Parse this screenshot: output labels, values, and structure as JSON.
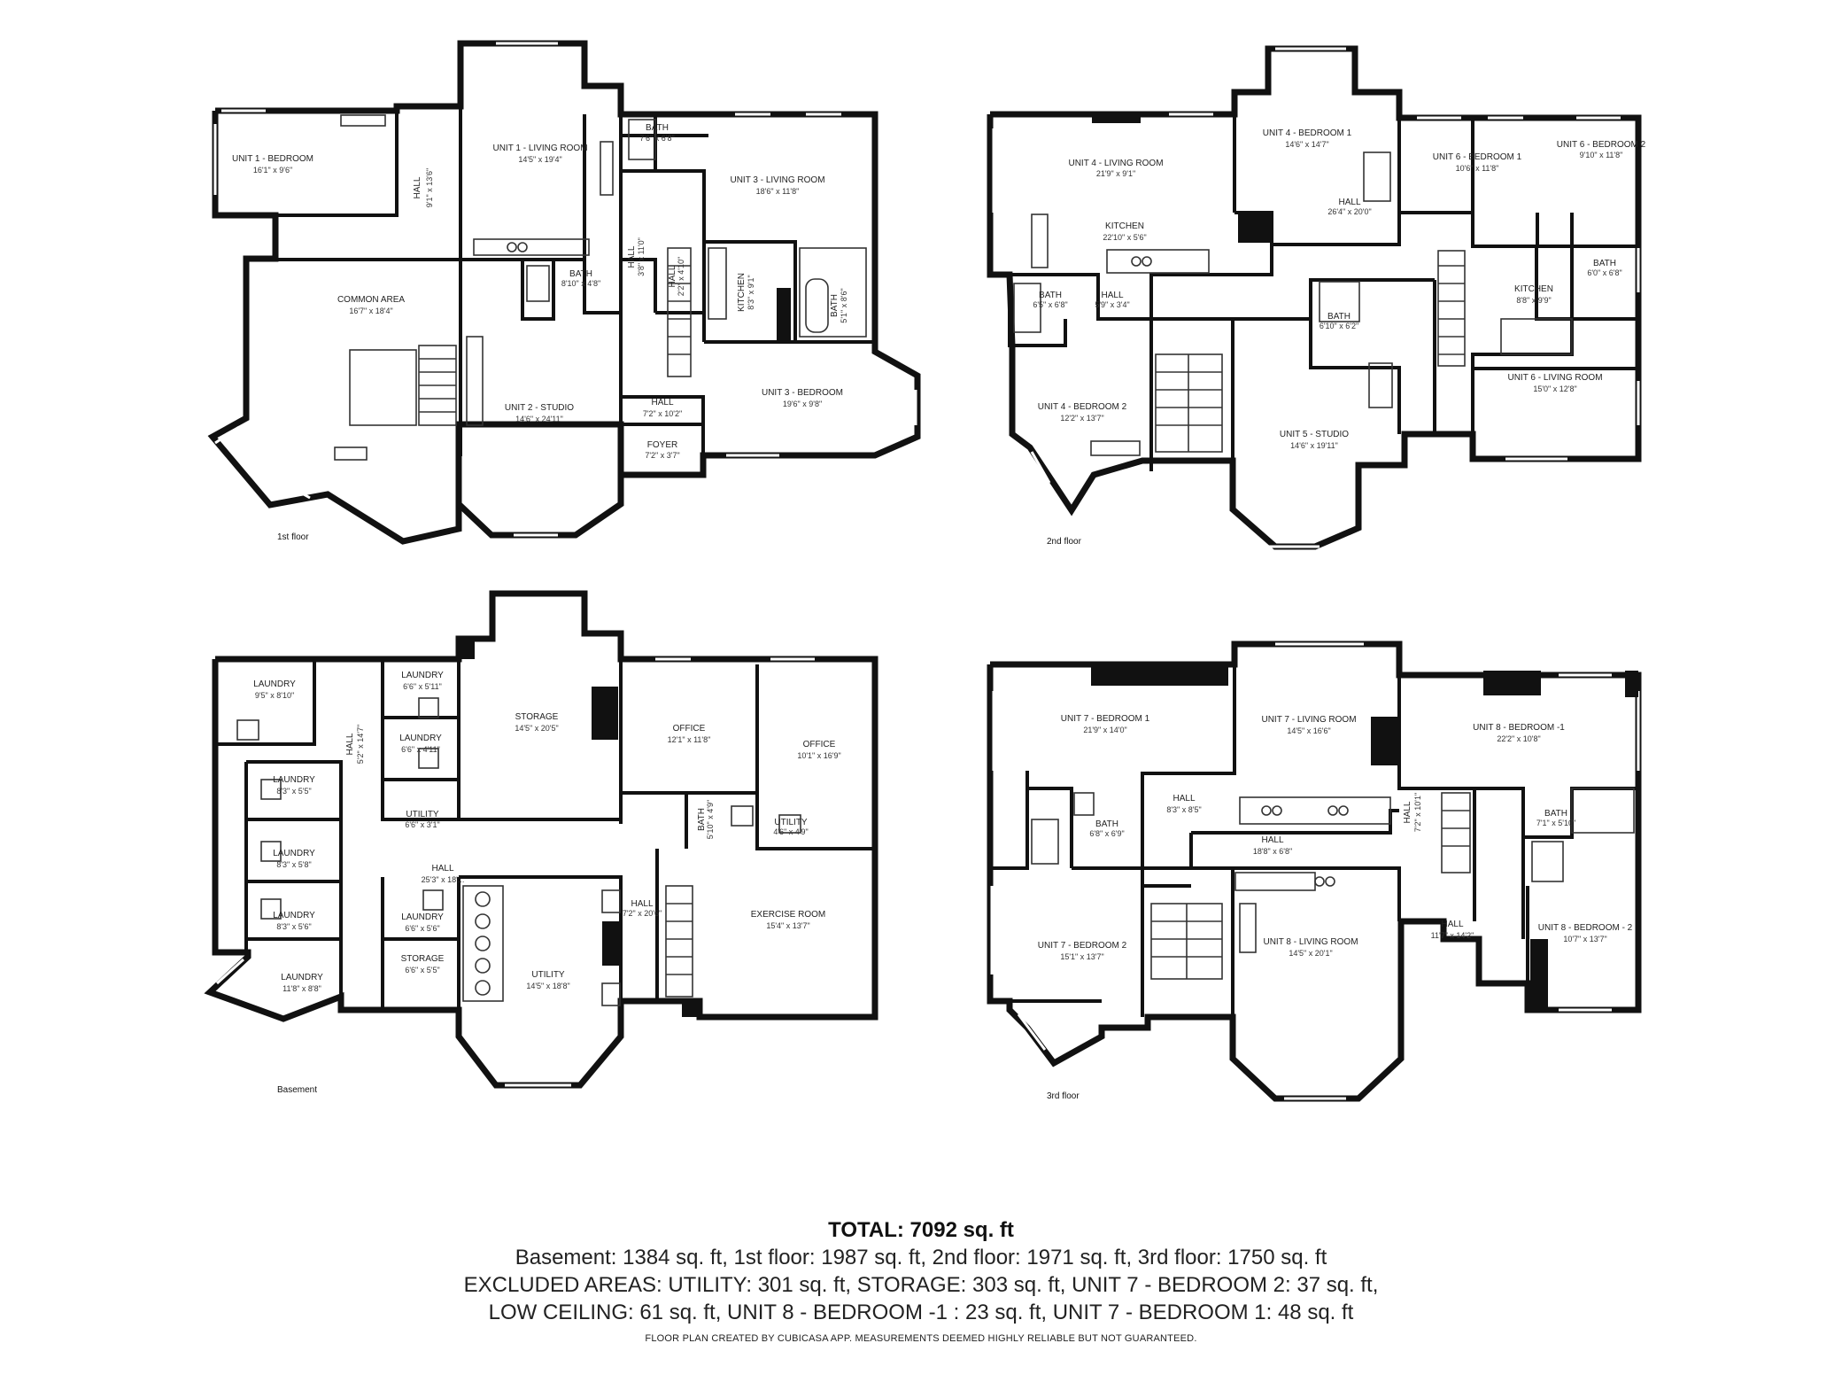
{
  "floors": [
    {
      "label": "1st floor",
      "rooms": [
        {
          "name": "UNIT 1 - BEDROOM",
          "dim": "16'1\" x 9'6\""
        },
        {
          "name": "HALL",
          "dim": "9'1\" x 13'6\""
        },
        {
          "name": "UNIT 1 - LIVING ROOM",
          "dim": "14'5\" x 19'4\""
        },
        {
          "name": "BATH",
          "dim": "7'6\" x 6'8\""
        },
        {
          "name": "UNIT 3 - LIVING ROOM",
          "dim": "18'6\" x 11'8\""
        },
        {
          "name": "COMMON AREA",
          "dim": "16'7\" x 18'4\""
        },
        {
          "name": "BATH",
          "dim": "8'10\" x 4'8\""
        },
        {
          "name": "HALL",
          "dim": "3'8\" x 11'0\""
        },
        {
          "name": "HALL",
          "dim": "2'2\" x 4'10\""
        },
        {
          "name": "KITCHEN",
          "dim": "8'3\" x 9'1\""
        },
        {
          "name": "BATH",
          "dim": "5'1\" x 8'6\""
        },
        {
          "name": "UNIT 2 - STUDIO",
          "dim": "14'6\" x 24'11\""
        },
        {
          "name": "HALL",
          "dim": "7'2\" x 10'2\""
        },
        {
          "name": "UNIT 3 - BEDROOM",
          "dim": "19'6\" x 9'8\""
        },
        {
          "name": "FOYER",
          "dim": "7'2\" x 3'7\""
        }
      ]
    },
    {
      "label": "2nd floor",
      "rooms": [
        {
          "name": "UNIT 4 - LIVING ROOM",
          "dim": "21'9\" x 9'1\""
        },
        {
          "name": "UNIT 4 - BEDROOM 1",
          "dim": "14'6\" x 14'7\""
        },
        {
          "name": "UNIT 6 - BEDROOM 1",
          "dim": "10'6\" x 11'8\""
        },
        {
          "name": "UNIT 6 - BEDROOM 2",
          "dim": "9'10\" x 11'8\""
        },
        {
          "name": "KITCHEN",
          "dim": "22'10\" x 5'6\""
        },
        {
          "name": "HALL",
          "dim": "26'4\" x 20'0\""
        },
        {
          "name": "BATH",
          "dim": "6'0\" x 6'8\""
        },
        {
          "name": "BATH",
          "dim": "6'5\" x 6'8\""
        },
        {
          "name": "HALL",
          "dim": "5'9\" x 3'4\""
        },
        {
          "name": "KITCHEN",
          "dim": "8'8\" x 9'9\""
        },
        {
          "name": "BATH",
          "dim": "6'10\" x 6'2\""
        },
        {
          "name": "UNIT 6 - LIVING ROOM",
          "dim": "15'0\" x 12'8\""
        },
        {
          "name": "UNIT 4 - BEDROOM 2",
          "dim": "12'2\" x 13'7\""
        },
        {
          "name": "UNIT 5 - STUDIO",
          "dim": "14'6\" x 19'11\""
        }
      ]
    },
    {
      "label": "Basement",
      "rooms": [
        {
          "name": "LAUNDRY",
          "dim": "9'5\" x 8'10\""
        },
        {
          "name": "LAUNDRY",
          "dim": "6'6\" x 5'11\""
        },
        {
          "name": "HALL",
          "dim": "5'2\" x 14'7\""
        },
        {
          "name": "STORAGE",
          "dim": "14'5\" x 20'5\""
        },
        {
          "name": "OFFICE",
          "dim": "12'1\" x 11'8\""
        },
        {
          "name": "OFFICE",
          "dim": "10'1\" x 16'9\""
        },
        {
          "name": "LAUNDRY",
          "dim": "6'6\" x 4'11\""
        },
        {
          "name": "LAUNDRY",
          "dim": "8'3\" x 5'5\""
        },
        {
          "name": "UTILITY",
          "dim": "6'6\" x 3'1\""
        },
        {
          "name": "BATH",
          "dim": "5'10\" x 4'9\""
        },
        {
          "name": "UTILITY",
          "dim": "4'6\" x 4'9\""
        },
        {
          "name": "LAUNDRY",
          "dim": "8'3\" x 5'8\""
        },
        {
          "name": "HALL",
          "dim": "25'3\" x 18'..."
        },
        {
          "name": "LAUNDRY",
          "dim": "8'3\" x 5'6\""
        },
        {
          "name": "LAUNDRY",
          "dim": "6'6\" x 5'6\""
        },
        {
          "name": "HALL",
          "dim": "7'2\" x 20'6\""
        },
        {
          "name": "EXERCISE ROOM",
          "dim": "15'4\" x 13'7\""
        },
        {
          "name": "STORAGE",
          "dim": "6'6\" x 5'5\""
        },
        {
          "name": "UTILITY",
          "dim": "14'5\" x 18'8\""
        },
        {
          "name": "LAUNDRY",
          "dim": "11'8\" x 8'8\""
        }
      ]
    },
    {
      "label": "3rd floor",
      "rooms": [
        {
          "name": "UNIT 7 - BEDROOM 1",
          "dim": "21'9\" x 14'0\""
        },
        {
          "name": "UNIT 7 - LIVING ROOM",
          "dim": "14'5\" x 16'6\""
        },
        {
          "name": "UNIT 8 - BEDROOM -1",
          "dim": "22'2\" x 10'8\""
        },
        {
          "name": "HALL",
          "dim": "8'3\" x 8'5\""
        },
        {
          "name": "BATH",
          "dim": "6'8\" x 6'9\""
        },
        {
          "name": "HALL",
          "dim": "7'2\" x 10'1\""
        },
        {
          "name": "BATH",
          "dim": "7'1\" x 5'10\""
        },
        {
          "name": "HALL",
          "dim": "18'8\" x 6'8\""
        },
        {
          "name": "UNIT 7 - BEDROOM 2",
          "dim": "15'1\" x 13'7\""
        },
        {
          "name": "UNIT 8 - LIVING ROOM",
          "dim": "14'5\" x 20'1\""
        },
        {
          "name": "HALL",
          "dim": "11'7\" x 14'2\""
        },
        {
          "name": "UNIT 8 - BEDROOM - 2",
          "dim": "10'7\" x 13'7\""
        }
      ]
    }
  ],
  "summary": {
    "total": "TOTAL: 7092 sq. ft",
    "line1": "Basement: 1384 sq. ft, 1st floor: 1987 sq. ft, 2nd floor: 1971 sq. ft, 3rd floor: 1750 sq. ft",
    "line2": "EXCLUDED AREAS: UTILITY: 301 sq. ft, STORAGE: 303 sq. ft, UNIT 7 - BEDROOM 2: 37 sq. ft,",
    "line3": "LOW CEILING: 61 sq. ft, UNIT 8 - BEDROOM -1 : 23 sq. ft, UNIT 7 - BEDROOM 1: 48 sq. ft",
    "credit": "FLOOR PLAN CREATED BY CUBICASA APP. MEASUREMENTS DEEMED HIGHLY RELIABLE BUT NOT GUARANTEED."
  }
}
